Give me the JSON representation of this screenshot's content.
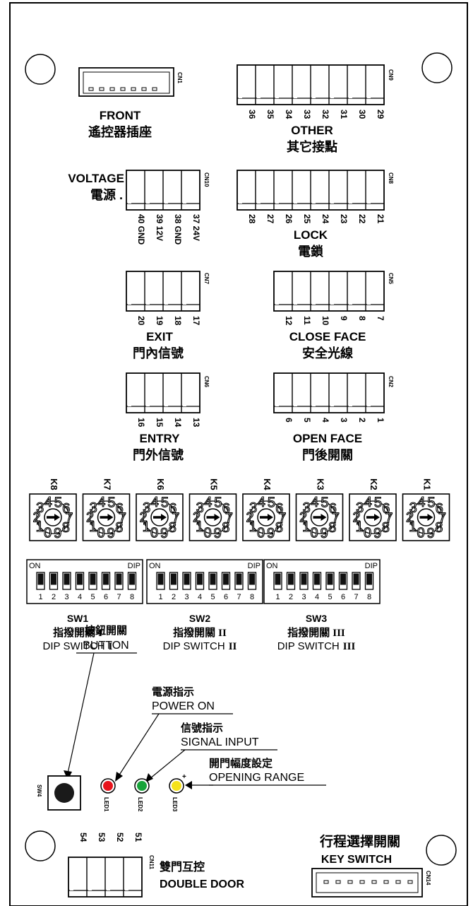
{
  "connectors": {
    "cn1": {
      "id": "CN1",
      "label_en": "FRONT",
      "label_zh": "遙控器插座"
    },
    "cn9": {
      "id": "CN9",
      "pins": [
        "36",
        "35",
        "34",
        "33",
        "32",
        "31",
        "30",
        "29"
      ],
      "label_en": "OTHER",
      "label_zh": "其它接點"
    },
    "cn10": {
      "id": "CN10",
      "pins": [
        "40 GND",
        "39 12V",
        "38 GND",
        "37 24V"
      ],
      "label_en": "VOLTAGE",
      "label_zh": "電源 ."
    },
    "cn8": {
      "id": "CN8",
      "pins": [
        "28",
        "27",
        "26",
        "25",
        "24",
        "23",
        "22",
        "21"
      ],
      "label_en": "LOCK",
      "label_zh": "電鎖"
    },
    "cn7": {
      "id": "CN7",
      "pins": [
        "20",
        "19",
        "18",
        "17"
      ],
      "label_en": "EXIT",
      "label_zh": "門內信號"
    },
    "cn5": {
      "id": "CN5",
      "pins": [
        "12",
        "11",
        "10",
        "9",
        "8",
        "7"
      ],
      "label_en": "CLOSE FACE",
      "label_zh": "安全光線"
    },
    "cn6": {
      "id": "CN6",
      "pins": [
        "16",
        "15",
        "14",
        "13"
      ],
      "label_en": "ENTRY",
      "label_zh": "門外信號"
    },
    "cn2": {
      "id": "CN2",
      "pins": [
        "6",
        "5",
        "4",
        "3",
        "2",
        "1"
      ],
      "label_en": "OPEN FACE",
      "label_zh": "門後開關"
    },
    "cn11": {
      "id": "CN11",
      "pins": [
        "54",
        "53",
        "52",
        "51"
      ],
      "label_en": "DOUBLE DOOR",
      "label_zh": "雙門互控"
    },
    "cn14": {
      "id": "CN14",
      "label_en": "KEY SWITCH",
      "label_zh": "行程選擇開關"
    }
  },
  "rotary": {
    "labels": [
      "K8",
      "K7",
      "K6",
      "K5",
      "K4",
      "K3",
      "K2",
      "K1"
    ],
    "digits": [
      "1",
      "2",
      "3",
      "4",
      "5",
      "6",
      "7",
      "8",
      "9",
      "0"
    ]
  },
  "dip": {
    "on": "ON",
    "dip": "DIP",
    "numbers": [
      "1",
      "2",
      "3",
      "4",
      "5",
      "6",
      "7",
      "8"
    ],
    "switches": [
      {
        "id": "SW1",
        "zh": "指撥開關",
        "en": "DIP SWITCH",
        "roman": "I"
      },
      {
        "id": "SW2",
        "zh": "指撥開關",
        "en": "DIP SWITCH",
        "roman": "II"
      },
      {
        "id": "SW3",
        "zh": "指撥開關",
        "en": "DIP SWITCH",
        "roman": "III"
      }
    ]
  },
  "button": {
    "id": "SW4",
    "zh": "按鈕開關",
    "en": "BUTTON"
  },
  "leds": [
    {
      "id": "LED1",
      "zh": "電源指示",
      "en": "POWER ON",
      "color": "#e8141c"
    },
    {
      "id": "LED2",
      "zh": "信號指示",
      "en": "SIGNAL INPUT",
      "color": "#17a33a"
    },
    {
      "id": "LED3",
      "zh": "開門幅度設定",
      "en": "OPENING RANGE",
      "color": "#f5e21a",
      "mark": "+"
    }
  ]
}
